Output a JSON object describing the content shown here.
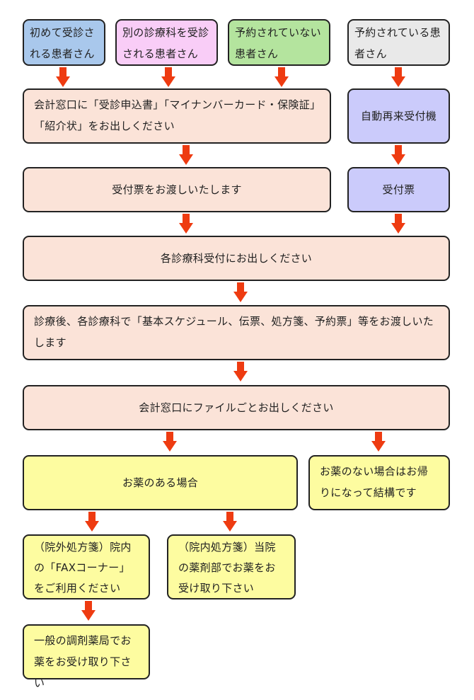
{
  "colors": {
    "blue": "#a9c8ec",
    "pink": "#f9cdf7",
    "green": "#b4e49e",
    "gray": "#e9e9e9",
    "peach": "#fbe3d8",
    "lavender": "#cbcbfb",
    "yellow": "#fdfca0",
    "arrow": "#ee3b11"
  },
  "patients": {
    "first_visit": "初めて受診される患者さん",
    "other_department": "別の診療科を受診される患者さん",
    "no_appointment": "予約されていない患者さん",
    "with_appointment": "予約されている患者さん"
  },
  "steps": {
    "submit_documents": "会計窓口に「受診申込書」「マイナンバーカード・保険証」「紹介状」をお出しください",
    "receive_ticket": "受付票をお渡しいたします",
    "auto_machine": "自動再来受付機",
    "ticket": "受付票",
    "department_reception": "各診療科受付にお出しください",
    "after_exam": "診療後、各診療科で「基本スケジュール、伝票、処方箋、予約票」等をお渡しいたします",
    "file_to_cashier": "会計窓口にファイルごとお出しください"
  },
  "medicine": {
    "with_medicine": "お薬のある場合",
    "no_medicine": "お薬のない場合はお帰りになって結構です",
    "outside_prescription": "（院外処方箋）院内の「FAXコーナー」をご利用ください",
    "inside_prescription": "（院内処方箋）当院の薬剤部でお薬をお受け取り下さい",
    "pharmacy": "一般の調剤薬局でお薬をお受け取り下さい"
  }
}
